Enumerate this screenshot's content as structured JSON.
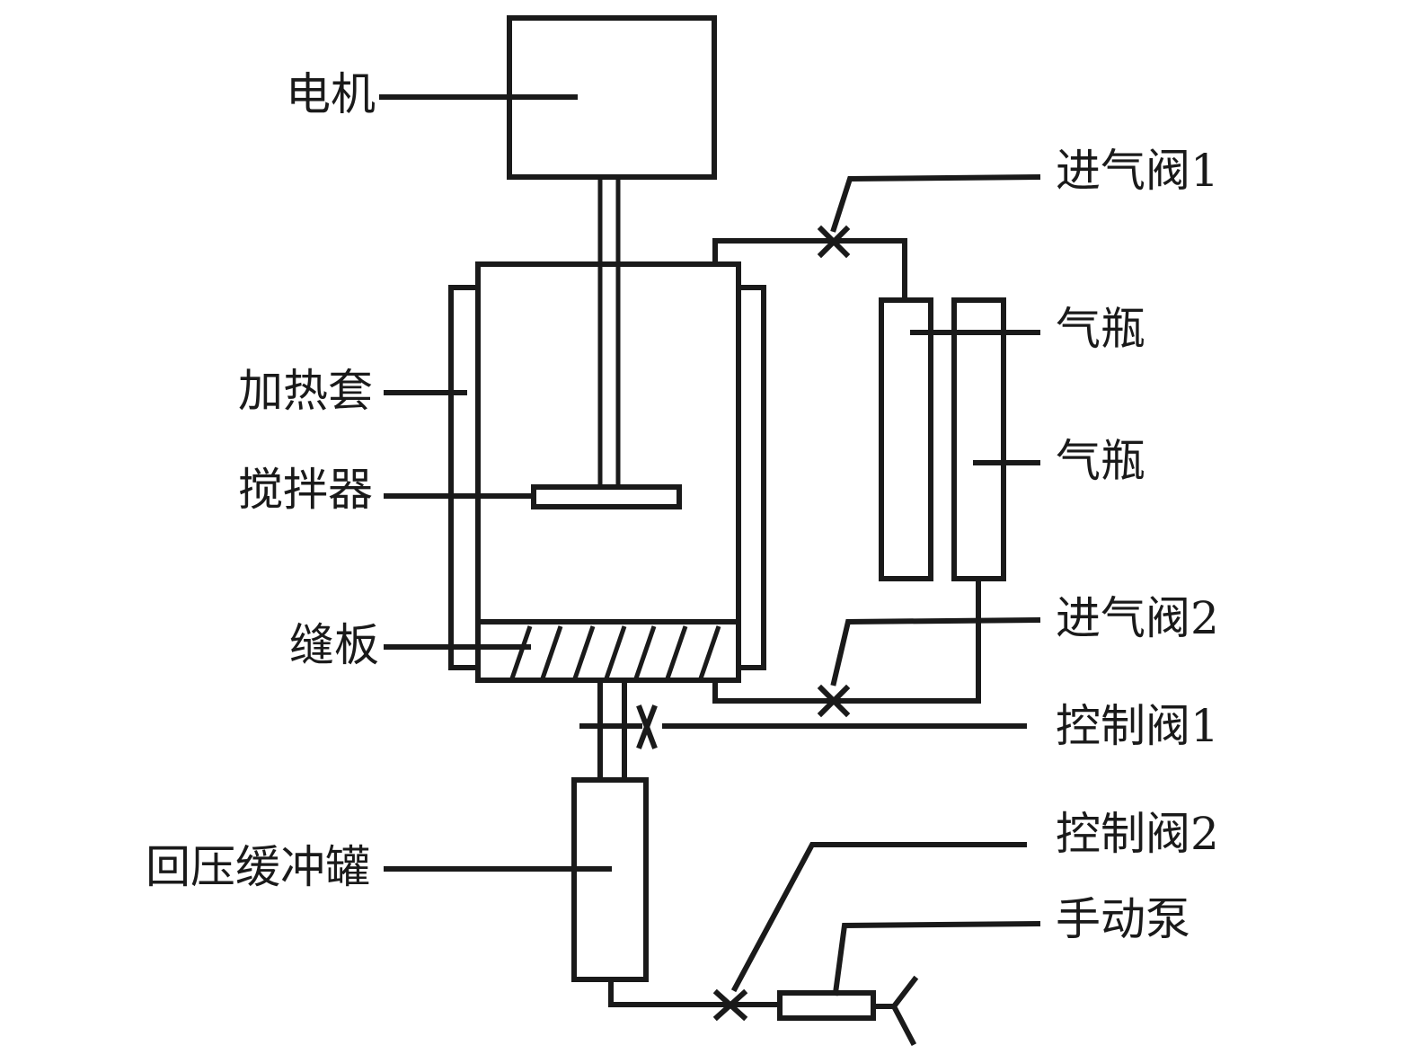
{
  "diagram": {
    "title": "",
    "colors": {
      "stroke": "#1a1a1a",
      "background": "#ffffff"
    },
    "labels": {
      "motor": "电机",
      "heating_jacket": "加热套",
      "stirrer": "搅拌器",
      "slot_plate": "缝板",
      "back_pressure_tank": "回压缓冲罐",
      "inlet_valve_1": "进气阀1",
      "gas_cylinder_1": "气瓶",
      "gas_cylinder_2": "气瓶",
      "inlet_valve_2": "进气阀2",
      "control_valve_1": "控制阀1",
      "control_valve_2": "控制阀2",
      "hand_pump": "手动泵"
    }
  }
}
